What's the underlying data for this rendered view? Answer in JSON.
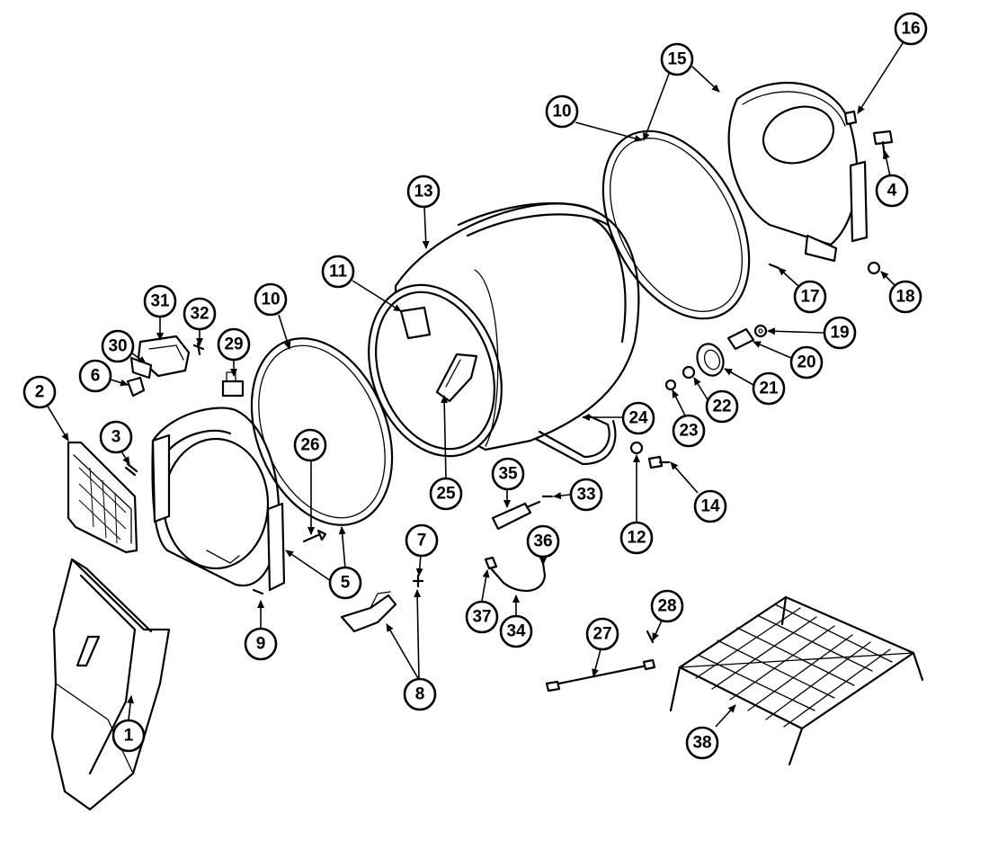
{
  "callouts": [
    "1",
    "2",
    "3",
    "4",
    "5",
    "6",
    "7",
    "8",
    "9",
    "10",
    "10",
    "11",
    "12",
    "13",
    "14",
    "15",
    "16",
    "17",
    "18",
    "19",
    "20",
    "21",
    "22",
    "23",
    "24",
    "25",
    "26",
    "27",
    "28",
    "29",
    "30",
    "31",
    "32",
    "33",
    "34",
    "35",
    "36",
    "37",
    "38"
  ],
  "colors": {
    "line": "#000000",
    "background": "#ffffff"
  }
}
